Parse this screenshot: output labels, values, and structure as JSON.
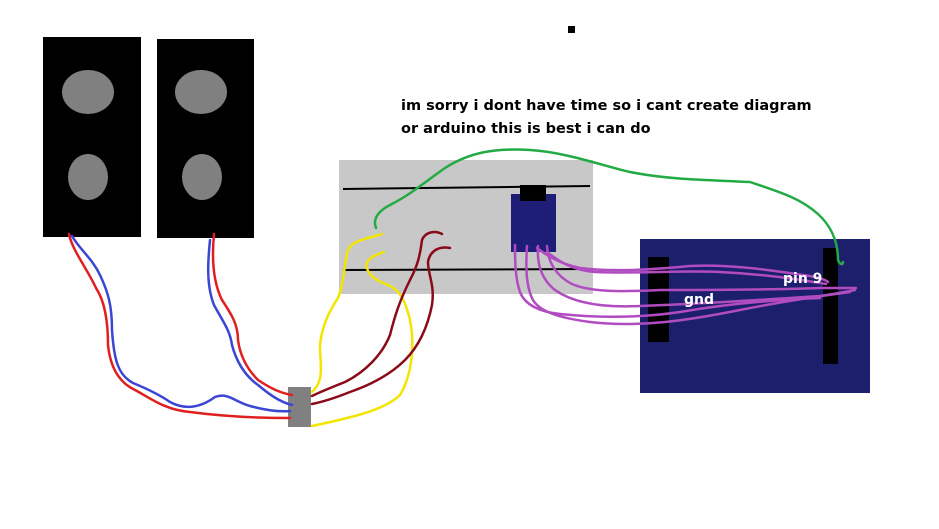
{
  "note": {
    "line1": "im sorry i dont have time so i cant create diagram",
    "line2": "or arduino this is best i can do"
  },
  "labels": {
    "gnd": "gnd",
    "pin9": "pin 9"
  },
  "colors": {
    "speaker_body": "#000000",
    "speaker_cone": "#808080",
    "breadboard": "#c8c8c8",
    "chip": "#1e1e78",
    "arduino": "#1c1f6b",
    "wire_red": "#e02020",
    "wire_blue": "#3b46d4",
    "wire_yellow": "#f2e600",
    "wire_darkred": "#8b0a1a",
    "wire_purple": "#b04cc0",
    "wire_green": "#22aa44",
    "jack": "#808080"
  }
}
